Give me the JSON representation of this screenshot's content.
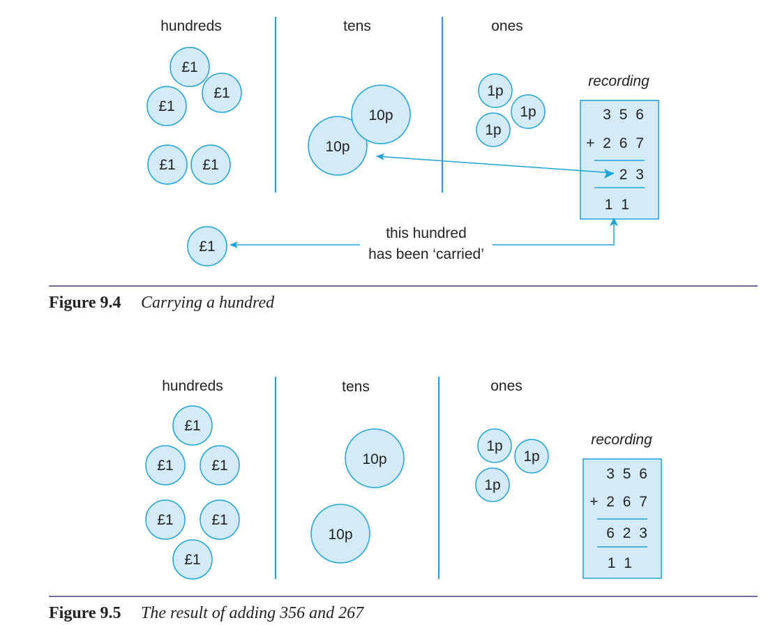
{
  "colors": {
    "coin_fill": "#d3ebf8",
    "coin_stroke": "#1ba3d9",
    "divider": "#1ba3d9",
    "caption_rule": "#3d3b7c",
    "arrow": "#1ba3d9"
  },
  "figure_9_4": {
    "columns": {
      "hundreds": "hundreds",
      "tens": "tens",
      "ones": "ones"
    },
    "coins": {
      "hundreds": [
        "£1",
        "£1",
        "£1",
        "£1",
        "£1"
      ],
      "tens": [
        "10p",
        "10p"
      ],
      "ones": [
        "1p",
        "1p",
        "1p"
      ],
      "carried": "£1"
    },
    "recording": {
      "title": "recording",
      "top": "3 5 6",
      "addend": "+ 2 6 7",
      "result": "2 3",
      "carries": "1 1"
    },
    "annotation": {
      "line1": "this hundred",
      "line2": "has been ‘carried’"
    },
    "caption": {
      "number": "Figure 9.4",
      "title": "Carrying a hundred"
    }
  },
  "figure_9_5": {
    "columns": {
      "hundreds": "hundreds",
      "tens": "tens",
      "ones": "ones"
    },
    "coins": {
      "hundreds": [
        "£1",
        "£1",
        "£1",
        "£1",
        "£1",
        "£1"
      ],
      "tens": [
        "10p",
        "10p"
      ],
      "ones": [
        "1p",
        "1p",
        "1p"
      ]
    },
    "recording": {
      "title": "recording",
      "top": "3 5 6",
      "addend": "+ 2 6 7",
      "result": "6 2 3",
      "carries": "1 1"
    },
    "caption": {
      "number": "Figure 9.5",
      "title": "The result of adding 356 and 267"
    }
  }
}
